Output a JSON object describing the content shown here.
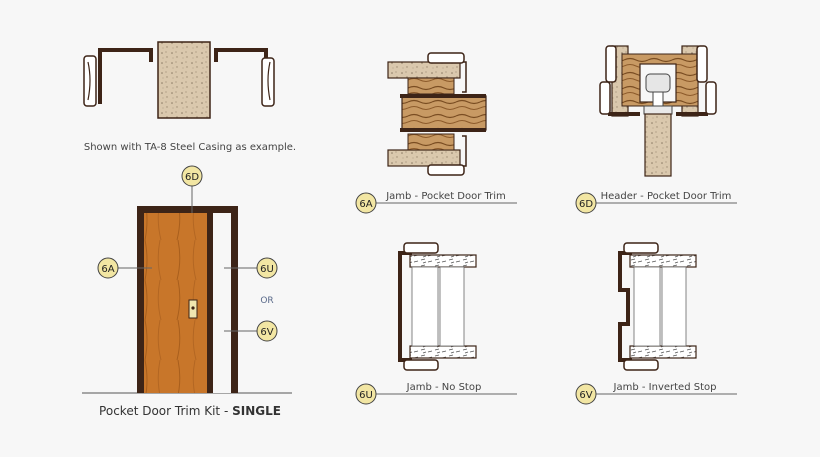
{
  "caption": "Shown with TA-8 Steel Casing as example.",
  "kit_title": {
    "prefix": "Pocket Door Trim Kit - ",
    "bold": "SINGLE"
  },
  "callouts": {
    "c6D": "6D",
    "c6A": "6A",
    "c6U": "6U",
    "or": "OR",
    "c6V": "6V"
  },
  "details": [
    {
      "code": "6A",
      "label": "Jamb - Pocket Door Trim"
    },
    {
      "code": "6D",
      "label": "Header - Pocket Door Trim"
    },
    {
      "code": "6U",
      "label": "Jamb - No Stop"
    },
    {
      "code": "6V",
      "label": "Jamb - Inverted Stop"
    }
  ],
  "colors": {
    "frame": "#3d2417",
    "wood_door": "#c8762a",
    "drywall": "#dac8ad",
    "lumber": "#c89a64",
    "badge": "#f2e6a3",
    "text": "#444444"
  }
}
